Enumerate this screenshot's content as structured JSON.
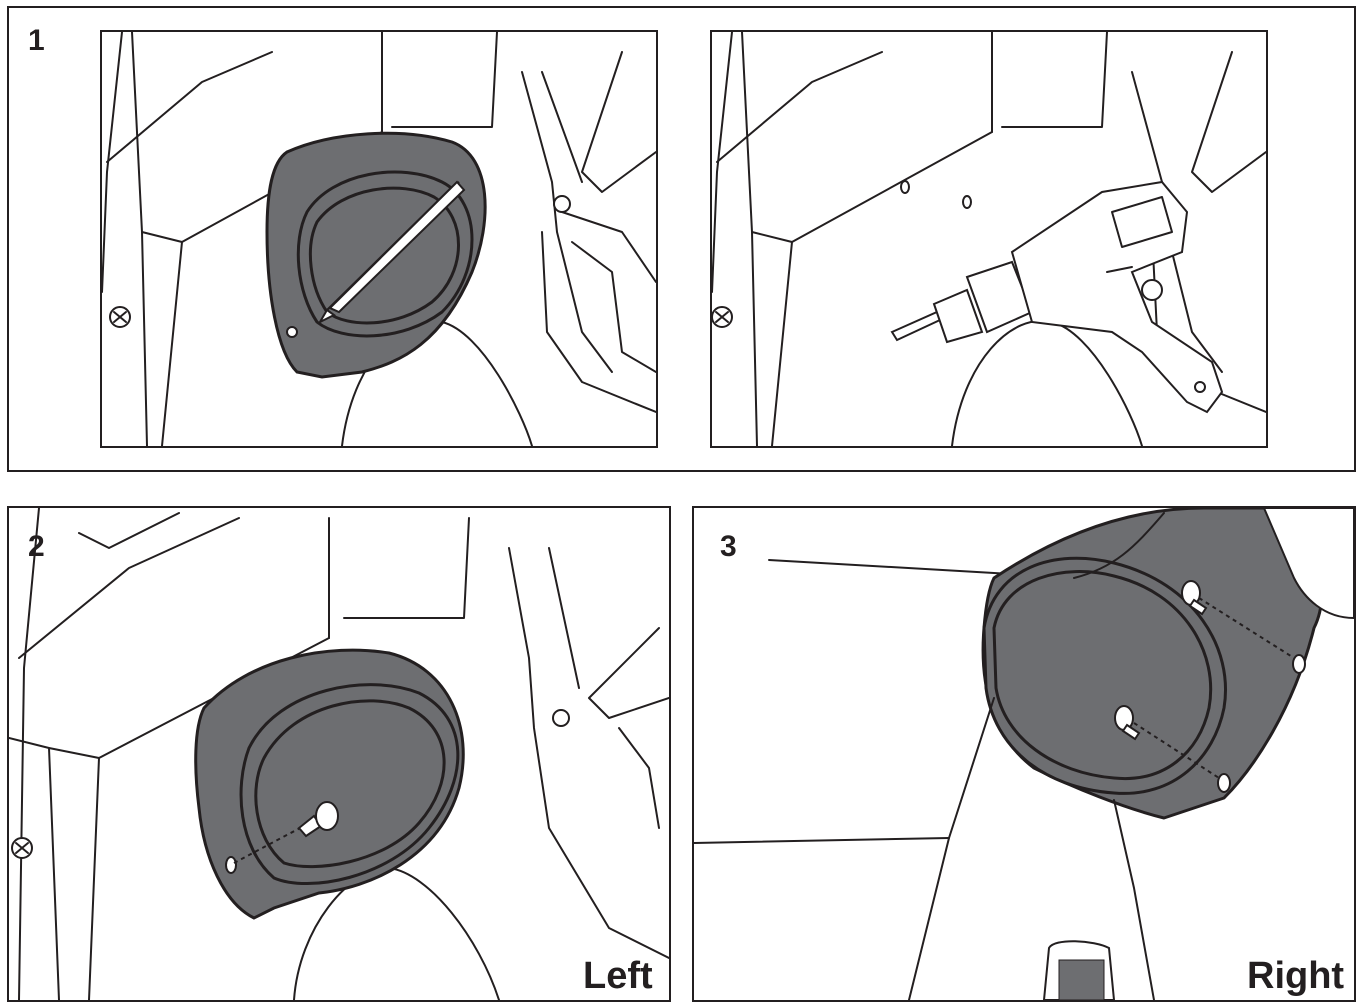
{
  "steps": {
    "step1": {
      "number": "1"
    },
    "step2": {
      "number": "2",
      "side": "Left"
    },
    "step3": {
      "number": "3",
      "side": "Right"
    }
  },
  "colors": {
    "line": "#231f20",
    "pod_fill": "#6d6e71",
    "background": "#ffffff"
  },
  "icons": [
    "pencil-icon",
    "drill-icon",
    "screw-icon",
    "speaker-pod-icon",
    "phillips-screw-icon"
  ]
}
